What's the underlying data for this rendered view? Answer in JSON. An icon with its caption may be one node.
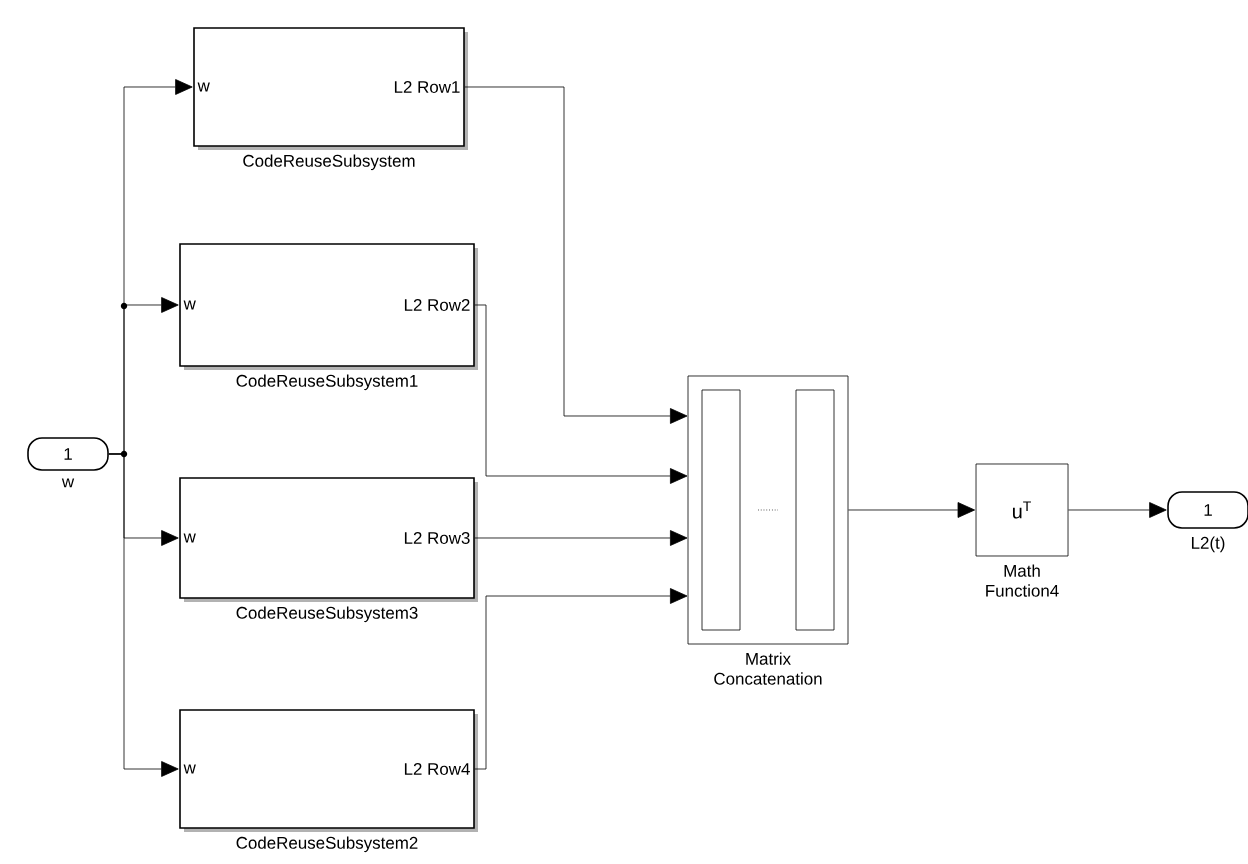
{
  "diagram": {
    "nodes": [
      {
        "text": [
          "1"
        ],
        "beside": [
          "w"
        ]
      },
      {
        "text": [
          "w",
          "L2 Row1"
        ],
        "beside": [
          "CodeReuseSubsystem"
        ]
      },
      {
        "text": [
          "w",
          "L2 Row2"
        ],
        "beside": [
          "CodeReuseSubsystem1"
        ]
      },
      {
        "text": [
          "w",
          "L2 Row3"
        ],
        "beside": [
          "CodeReuseSubsystem3"
        ]
      },
      {
        "text": [
          "w",
          "L2 Row4"
        ],
        "beside": [
          "CodeReuseSubsystem2"
        ]
      },
      {
        "text": [],
        "shape": "box",
        "beside": [
          "Matrix Concatenation"
        ]
      },
      {
        "text": [
          "u$^{T}$"
        ],
        "beside": [
          "Math Function4"
        ]
      },
      {
        "text": [
          "1"
        ],
        "beside": [
          "L2(t)"
        ]
      }
    ],
    "edges": [
      {
        "from": 0,
        "to": 1,
        "arrow": "to"
      },
      {
        "from": 0,
        "to": 2,
        "arrow": "to"
      },
      {
        "from": 0,
        "to": 3,
        "arrow": "to"
      },
      {
        "from": 0,
        "to": 4,
        "arrow": "to"
      },
      {
        "from": 1,
        "to": 5,
        "arrow": "to"
      },
      {
        "from": 2,
        "to": 5,
        "arrow": "to"
      },
      {
        "from": 3,
        "to": 5,
        "arrow": "to"
      },
      {
        "from": 4,
        "to": 5,
        "arrow": "to"
      },
      {
        "from": 5,
        "to": 6,
        "arrow": "to"
      },
      {
        "from": 6,
        "to": 7,
        "arrow": "to"
      }
    ]
  }
}
